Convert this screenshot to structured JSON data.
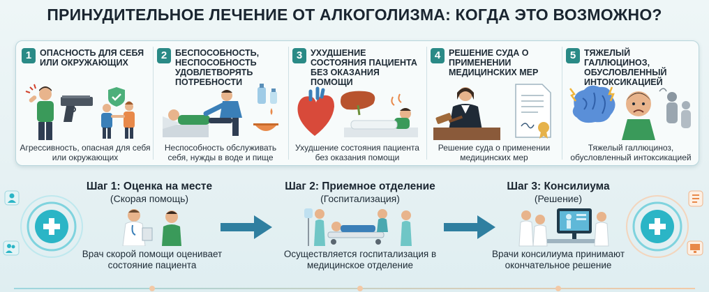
{
  "title": "ПРИНУДИТЕЛЬНОЕ ЛЕЧЕНИЕ ОТ АЛКОГОЛИЗМА: КОГДА ЭТО ВОЗМОЖНО?",
  "criteria": [
    {
      "num": "1",
      "heading": "ОПАСНОСТЬ ДЛЯ СЕБЯ ИЛИ ОКРУЖАЮЩИХ",
      "caption": "Агрессивность, опасная для себя или окружающих",
      "color": "#2a8a86"
    },
    {
      "num": "2",
      "heading": "БЕСПОСОБНОСТЬ, НЕСПОСОБНОСТЬ УДОВЛЕТВОРЯТЬ ПОТРЕБНОСТИ",
      "caption": "Неспособность обслуживать себя, нужды в воде и пище",
      "color": "#2a8a86"
    },
    {
      "num": "3",
      "heading": "УХУДШЕНИЕ СОСТОЯНИЯ ПАЦИЕНТА БЕЗ ОКАЗАНИЯ ПОМОЩИ",
      "caption": "Ухудшение состояния пациента без оказания помощи",
      "color": "#2a8a86"
    },
    {
      "num": "4",
      "heading": "РЕШЕНИЕ СУДА О ПРИМЕНЕНИИ МЕДИЦИНСКИХ МЕР",
      "caption": "Решение суда о применении медицинских мер",
      "color": "#2a8a86"
    },
    {
      "num": "5",
      "heading": "ТЯЖЕЛЫЙ ГАЛЛЮЦИНОЗ, ОБУСЛОВЛЕННЫЙ ИНТОКСИКАЦИЕЙ",
      "caption": "Тяжелый галлюциноз, обусловленный интоксикацией",
      "color": "#2a8a86"
    }
  ],
  "steps": [
    {
      "title": "Шаг 1: Оценка на месте",
      "subtitle": "(Скорая помощь)",
      "caption": "Врач скорой помощи оценивает состояние пациента"
    },
    {
      "title": "Шаг 2: Приемное отделение",
      "subtitle": "(Госпитализация)",
      "caption": "Осуществляется госпитализация в медицинское отделение"
    },
    {
      "title": "Шаг 3: Консилиума",
      "subtitle": "(Решение)",
      "caption": "Врачи консилиума принимают окончательное решение"
    }
  ],
  "colors": {
    "accent": "#2a8a86",
    "arrow": "#2f7fa0",
    "ring_left": "#2bb5c6",
    "ring_right": "#2bb5c6",
    "icon_orange": "#e8894a"
  }
}
